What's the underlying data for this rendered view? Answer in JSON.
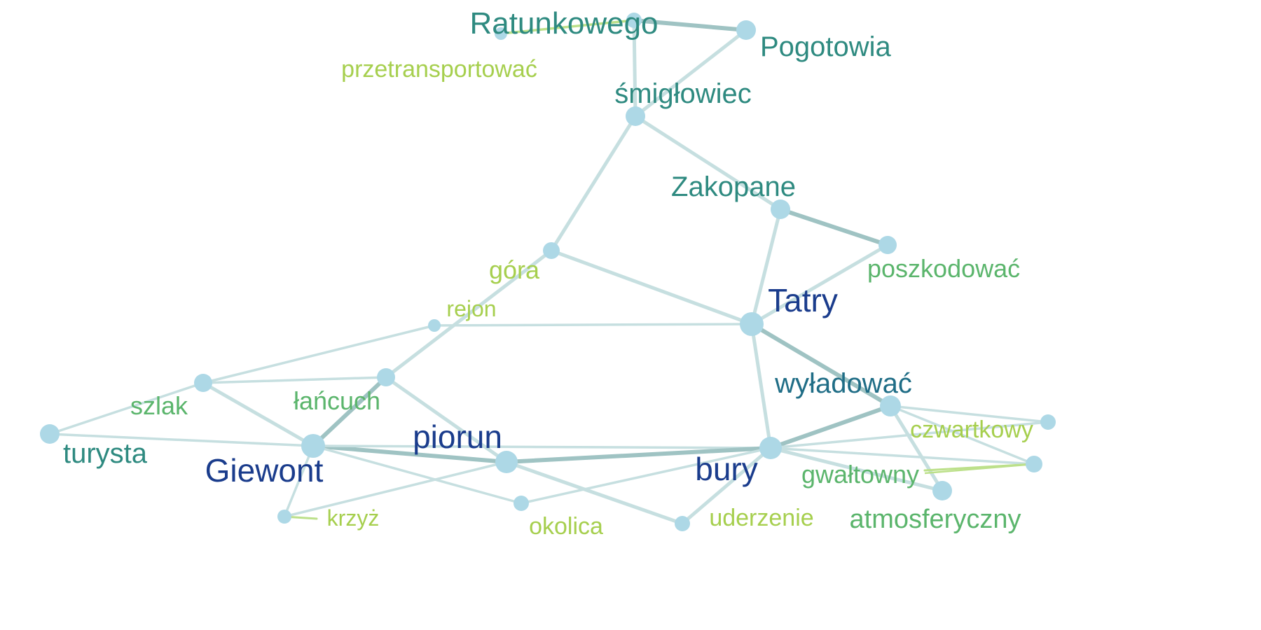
{
  "graph": {
    "palette": {
      "edge_default": "#c6dfe0",
      "edge_strong": "#9fc3c3",
      "edge_green": "#bce08a",
      "node_fill": "#add8e6",
      "label_light_green": "#a6cf4e",
      "label_mid_green": "#5bb56c",
      "label_teal": "#2e8a80",
      "label_dark_teal": "#1f6d86",
      "label_navy": "#1a3c8c"
    },
    "nodes": [
      {
        "id": "ratunkowego",
        "label": "Ratunkowego",
        "color_key": "label_teal",
        "level": 3
      },
      {
        "id": "pogotowia",
        "label": "Pogotowia",
        "color_key": "label_teal",
        "level": 3
      },
      {
        "id": "smiglowiec",
        "label": "śmigłowiec",
        "color_key": "label_teal",
        "level": 3
      },
      {
        "id": "przetransportowac",
        "label": "przetransportować",
        "color_key": "label_light_green",
        "level": 1
      },
      {
        "id": "zakopane",
        "label": "Zakopane",
        "color_key": "label_teal",
        "level": 3
      },
      {
        "id": "poszkodowac",
        "label": "poszkodować",
        "color_key": "label_mid_green",
        "level": 2
      },
      {
        "id": "gora",
        "label": "góra",
        "color_key": "label_light_green",
        "level": 2
      },
      {
        "id": "rejon",
        "label": "rejon",
        "color_key": "label_light_green",
        "level": 1
      },
      {
        "id": "tatry",
        "label": "Tatry",
        "color_key": "label_navy",
        "level": 5
      },
      {
        "id": "wyladowac",
        "label": "wyładować",
        "color_key": "label_dark_teal",
        "level": 4
      },
      {
        "id": "lancuch",
        "label": "łańcuch",
        "color_key": "label_mid_green",
        "level": 2
      },
      {
        "id": "szlak",
        "label": "szlak",
        "color_key": "label_mid_green",
        "level": 2
      },
      {
        "id": "turysta",
        "label": "turysta",
        "color_key": "label_teal",
        "level": 3
      },
      {
        "id": "giewont",
        "label": "Giewont",
        "color_key": "label_navy",
        "level": 5
      },
      {
        "id": "piorun",
        "label": "piorun",
        "color_key": "label_navy",
        "level": 5
      },
      {
        "id": "bury",
        "label": "bury",
        "color_key": "label_navy",
        "level": 5
      },
      {
        "id": "czwartkowy",
        "label": "czwartkowy",
        "color_key": "label_light_green",
        "level": 1
      },
      {
        "id": "gwaltowny",
        "label": "gwałtowny",
        "color_key": "label_mid_green",
        "level": 2
      },
      {
        "id": "atmosferyczny",
        "label": "atmosferyczny",
        "color_key": "label_mid_green",
        "level": 2
      },
      {
        "id": "krzyz",
        "label": "krzyż",
        "color_key": "label_light_green",
        "level": 1
      },
      {
        "id": "okolica",
        "label": "okolica",
        "color_key": "label_light_green",
        "level": 1
      },
      {
        "id": "uderzenie",
        "label": "uderzenie",
        "color_key": "label_light_green",
        "level": 1
      }
    ],
    "edges": [
      {
        "source": "ratunkowego",
        "target": "pogotowia",
        "strength": 3
      },
      {
        "source": "ratunkowego",
        "target": "smiglowiec",
        "strength": 2
      },
      {
        "source": "ratunkowego",
        "target": "przetransportowac",
        "strength": 1,
        "color_key": "edge_green"
      },
      {
        "source": "pogotowia",
        "target": "smiglowiec",
        "strength": 2
      },
      {
        "source": "smiglowiec",
        "target": "smiglowiec_col",
        "strength": 0
      },
      {
        "source": "smiglowiec",
        "target": "zakopane",
        "strength": 2
      },
      {
        "source": "smiglowiec",
        "target": "gora",
        "strength": 2
      },
      {
        "source": "zakopane",
        "target": "poszkodowac",
        "strength": 3
      },
      {
        "source": "zakopane",
        "target": "tatry",
        "strength": 2
      },
      {
        "source": "poszkodowac",
        "target": "tatry",
        "strength": 2
      },
      {
        "source": "gora",
        "target": "tatry",
        "strength": 2
      },
      {
        "source": "gora",
        "target": "lancuch",
        "strength": 2
      },
      {
        "source": "rejon",
        "target": "tatry",
        "strength": 1
      },
      {
        "source": "rejon",
        "target": "szlak",
        "strength": 1
      },
      {
        "source": "tatry",
        "target": "wyladowac",
        "strength": 3
      },
      {
        "source": "tatry",
        "target": "bury",
        "strength": 2
      },
      {
        "source": "szlak",
        "target": "lancuch",
        "strength": 1
      },
      {
        "source": "szlak",
        "target": "turysta",
        "strength": 1
      },
      {
        "source": "szlak",
        "target": "giewont",
        "strength": 2
      },
      {
        "source": "turysta",
        "target": "giewont",
        "strength": 1
      },
      {
        "source": "lancuch",
        "target": "giewont",
        "strength": 3
      },
      {
        "source": "lancuch",
        "target": "piorun",
        "strength": 2
      },
      {
        "source": "giewont",
        "target": "piorun",
        "strength": 3
      },
      {
        "source": "giewont",
        "target": "krzyz",
        "strength": 1
      },
      {
        "source": "giewont",
        "target": "okolica",
        "strength": 1
      },
      {
        "source": "giewont",
        "target": "bury",
        "strength": 1
      },
      {
        "source": "piorun",
        "target": "bury",
        "strength": 3
      },
      {
        "source": "piorun",
        "target": "krzyz",
        "strength": 1
      },
      {
        "source": "piorun",
        "target": "uderzenie",
        "strength": 2
      },
      {
        "source": "bury",
        "target": "wyladowac",
        "strength": 3
      },
      {
        "source": "bury",
        "target": "okolica",
        "strength": 1
      },
      {
        "source": "bury",
        "target": "uderzenie",
        "strength": 2
      },
      {
        "source": "bury",
        "target": "czwartkowy",
        "strength": 1
      },
      {
        "source": "bury",
        "target": "gwaltowny",
        "strength": 1
      },
      {
        "source": "bury",
        "target": "atmosferyczny",
        "strength": 2
      },
      {
        "source": "wyladowac",
        "target": "czwartkowy",
        "strength": 1
      },
      {
        "source": "wyladowac",
        "target": "gwaltowny",
        "strength": 1
      },
      {
        "source": "wyladowac",
        "target": "atmosferyczny",
        "strength": 2
      },
      {
        "source": "gwaltowny",
        "target": "bury_green",
        "strength": 0
      },
      {
        "source": "krzyz",
        "target": "krzyz_tail",
        "strength": 0
      }
    ]
  }
}
